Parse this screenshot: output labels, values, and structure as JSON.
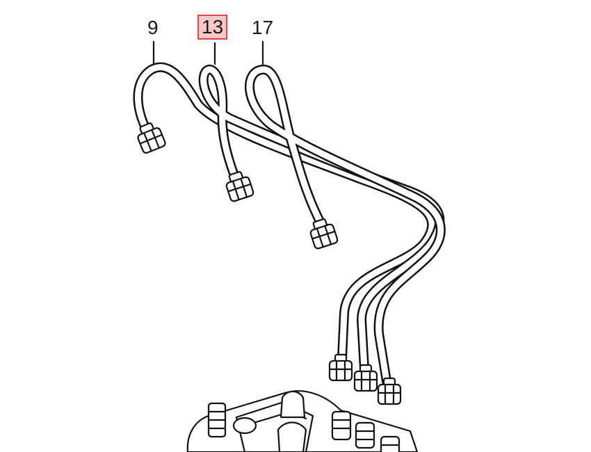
{
  "callouts": [
    {
      "id": "9",
      "label": "9",
      "highlighted": false
    },
    {
      "id": "13",
      "label": "13",
      "highlighted": true
    },
    {
      "id": "17",
      "label": "17",
      "highlighted": false
    }
  ],
  "colors": {
    "line": "#111111",
    "highlight_fill": "#f8c8c8",
    "highlight_border": "#e04848"
  }
}
